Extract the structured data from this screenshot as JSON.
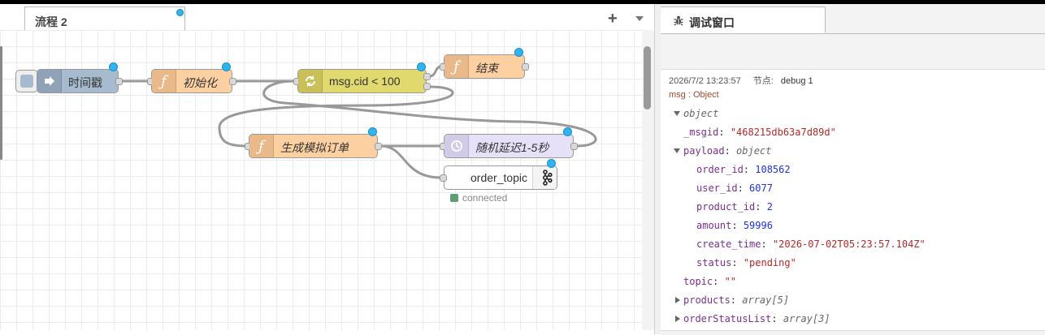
{
  "workspace": {
    "tab_label": "流程 2",
    "add_icon": "+",
    "menu_icon": "chevron-down-icon"
  },
  "nodes": {
    "inject": {
      "label": "时间戳",
      "color": "#a6bbcf"
    },
    "init": {
      "label": "初始化",
      "color": "#fdd0a2"
    },
    "loop": {
      "label": "msg.cid < 100",
      "color": "#e2d96e"
    },
    "end": {
      "label": "结束",
      "color": "#fdd0a2"
    },
    "gen": {
      "label": "生成模拟订单",
      "color": "#fdd0a2"
    },
    "delay": {
      "label": "随机延迟1-5秒",
      "color": "#e6e0f8"
    },
    "kafka": {
      "label": "order_topic",
      "status": "connected",
      "color": "#ffffff"
    }
  },
  "sidebar": {
    "tab_label": "调试窗口",
    "tab_icon": "bug-icon",
    "message": {
      "timestamp": "2026/7/2 13:23:57",
      "node_label": "节点:",
      "node_name": "debug 1",
      "topic_line": "msg : Object",
      "tree": {
        "root_type": "object",
        "msgid_key": "_msgid",
        "msgid_value": "\"468215db63a7d89d\"",
        "payload_key": "payload",
        "payload_type": "object",
        "order_id_key": "order_id",
        "order_id_value": "108562",
        "user_id_key": "user_id",
        "user_id_value": "6077",
        "product_id_key": "product_id",
        "product_id_value": "2",
        "amount_key": "amount",
        "amount_value": "59996",
        "create_time_key": "create_time",
        "create_time_value": "\"2026-07-02T05:23:57.104Z\"",
        "status_key": "status",
        "status_value": "\"pending\"",
        "topic_key": "topic",
        "topic_value": "\"\"",
        "products_key": "products",
        "products_type": "array[5]",
        "osl_key": "orderStatusList",
        "osl_type": "array[3]"
      }
    }
  }
}
